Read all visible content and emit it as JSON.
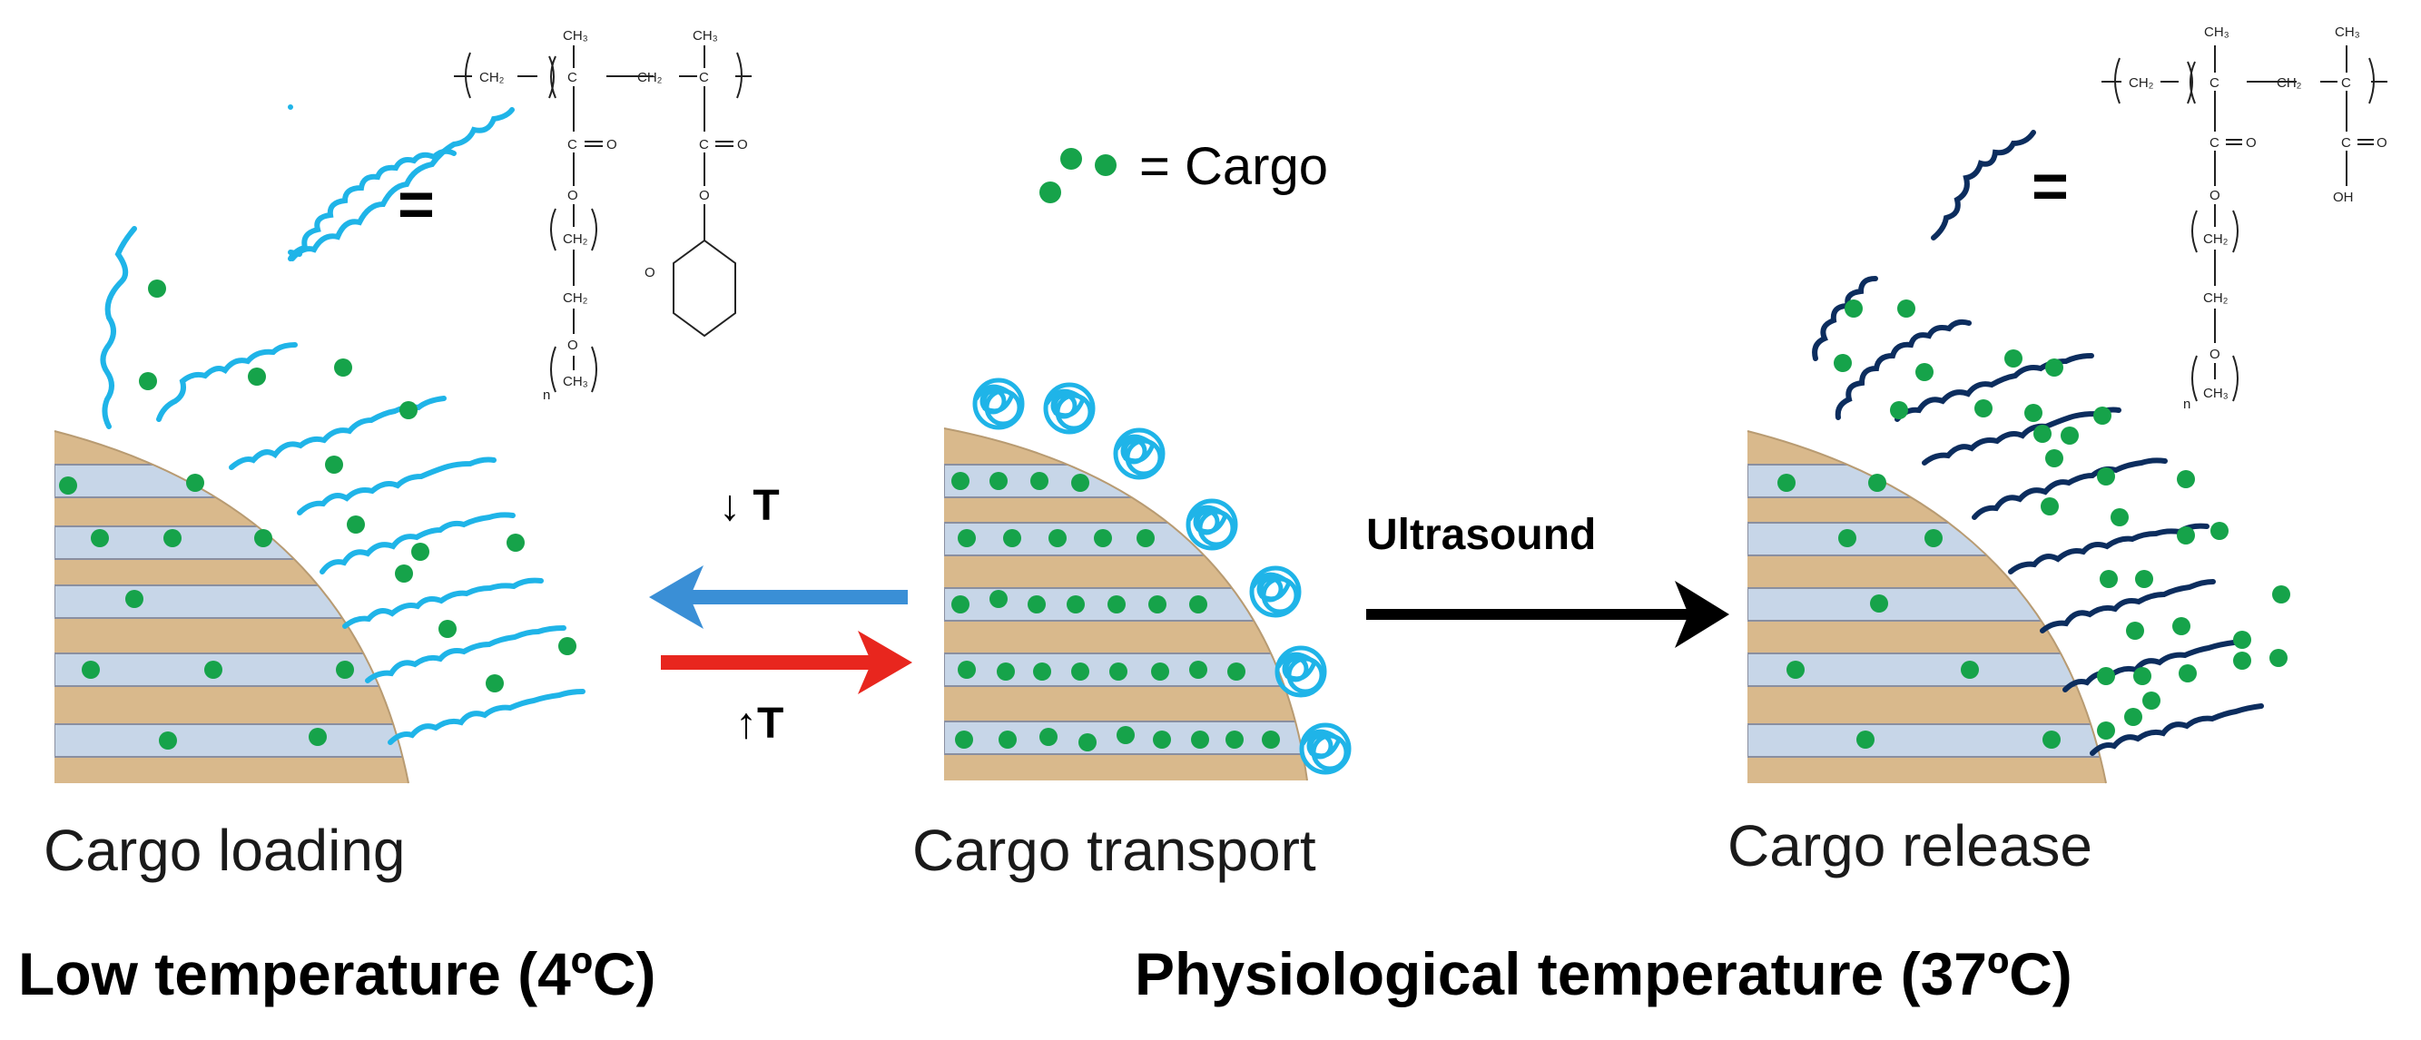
{
  "panels": {
    "loading": "Cargo loading",
    "transport": "Cargo transport",
    "release": "Cargo release"
  },
  "temperatures": {
    "low": "Low temperature (4ºC)",
    "physiological": "Physiological temperature (37ºC)"
  },
  "arrows": {
    "cooling": "↓ T",
    "heating": "↑T",
    "trigger": "Ultrasound"
  },
  "legend": {
    "cargo": "= Cargo",
    "polymer_equals": "="
  },
  "chem_left": {
    "ch3_a": "CH₃",
    "ch3_b": "CH₃",
    "ch2_a": "CH₂",
    "ch2_b": "CH₂",
    "c_a": "C",
    "c_b": "C",
    "o1": "O",
    "o2": "O",
    "ch2_c": "CH₂",
    "ch2_d": "CH₂",
    "o3": "O",
    "ch3_c": "CH₃",
    "n": "n"
  },
  "chem_right": {
    "ch3_a": "CH₃",
    "ch3_b": "CH₃",
    "ch2_a": "CH₂",
    "ch2_b": "CH₂",
    "c_a": "C",
    "c_b": "C",
    "o1": "O",
    "o2": "O",
    "oh": "OH",
    "ch2_c": "CH₂",
    "ch2_d": "CH₂",
    "o3": "O",
    "ch3_c": "CH₃",
    "n": "n"
  },
  "colors": {
    "particle": "#d9b98c",
    "pore": "#c7d6e8",
    "cargo": "#16a34a",
    "polymer_extended": "#1fb4e8",
    "polymer_hydrolyzed": "#0c2d5e",
    "arrow_cool": "#3a8fd6",
    "arrow_heat": "#e8261e",
    "arrow_trigger": "#000000"
  }
}
